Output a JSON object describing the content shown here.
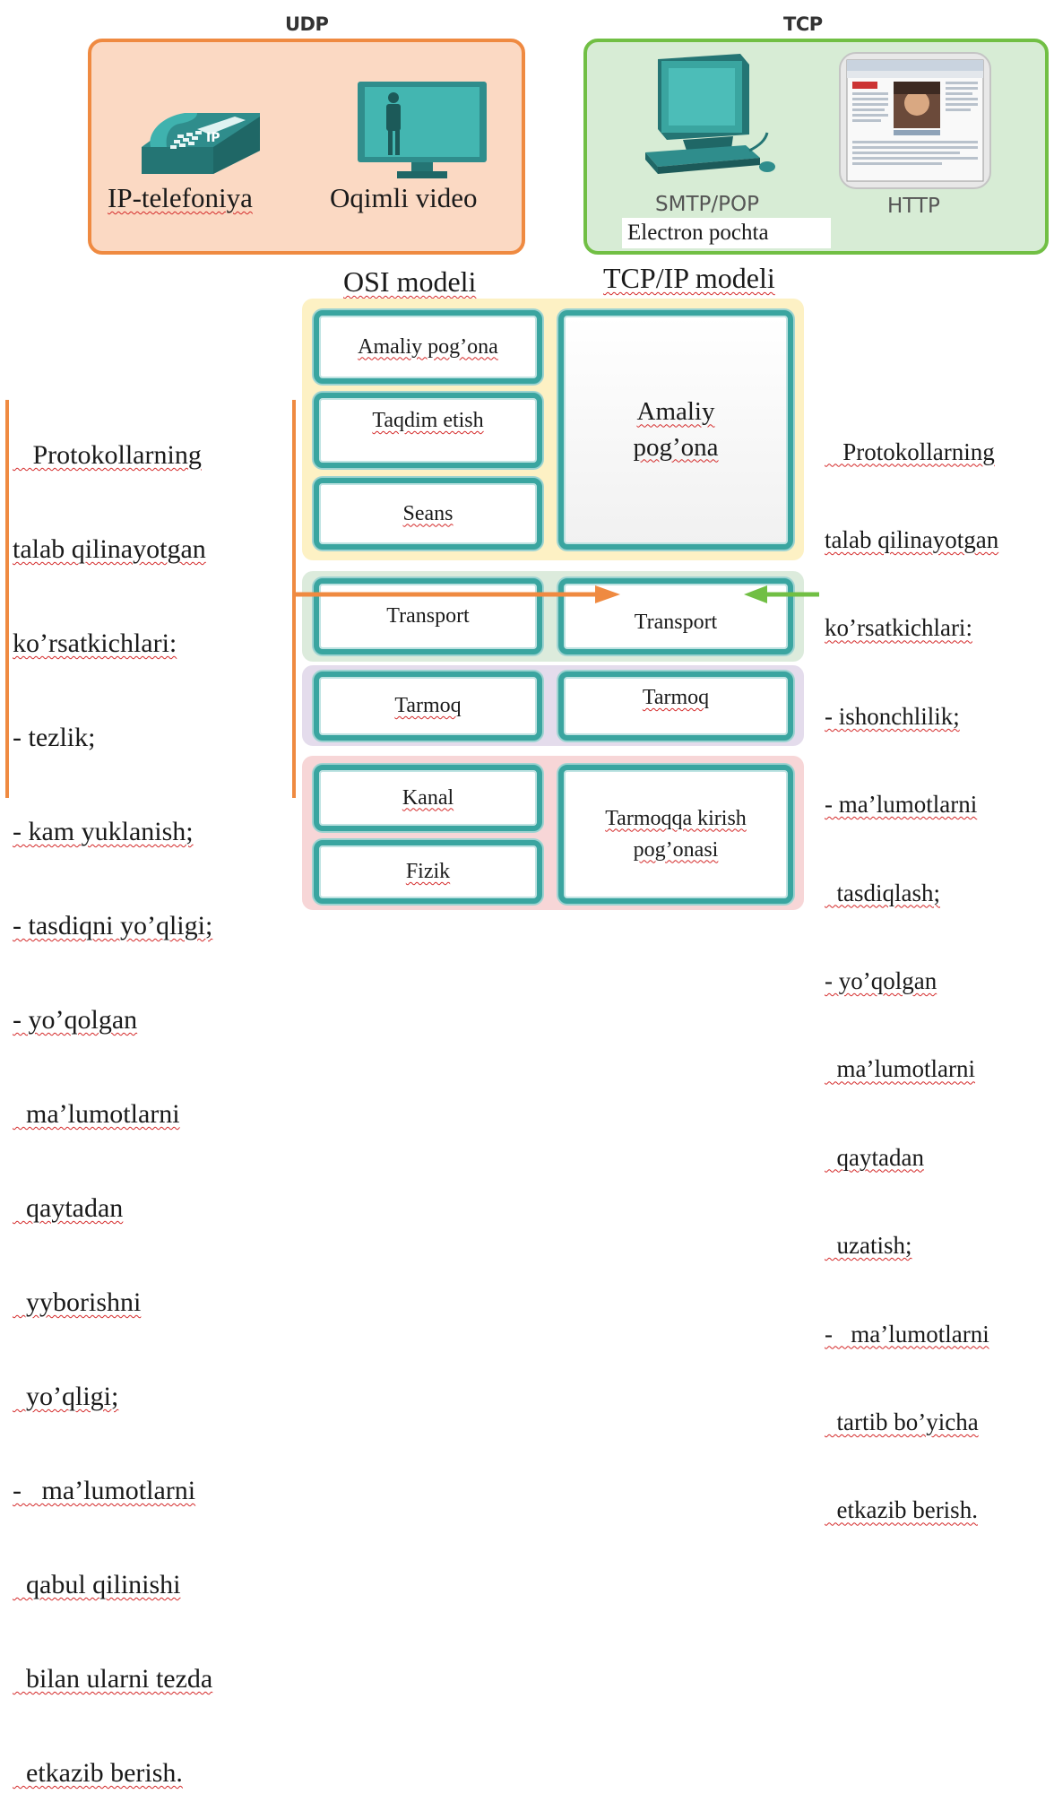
{
  "protocols": {
    "udp": {
      "heading": "UDP",
      "apps": [
        {
          "icon": "ip-phone-icon",
          "label": "IP-telefoniya"
        },
        {
          "icon": "video-monitor-icon",
          "label": "Oqimli video"
        }
      ]
    },
    "tcp": {
      "heading": "TCP",
      "apps": [
        {
          "icon": "desktop-computer-icon",
          "protocol": "SMTP/POP",
          "label": "Electron pochta"
        },
        {
          "icon": "web-browser-icon",
          "protocol": "HTTP"
        }
      ]
    }
  },
  "models": {
    "osi_title": "OSI modeli",
    "tcpip_title": "TCP/IP modeli",
    "osi_layers": [
      "Amaliy pog’ona",
      "Taqdim etish",
      "Seans",
      "Transport",
      "Tarmoq",
      "Kanal",
      "Fizik"
    ],
    "tcpip_layers": [
      "Amaliy pog’ona",
      "Transport",
      "Tarmoq",
      "Tarmoqqa kirish pog’onasi"
    ]
  },
  "udp_requirements": {
    "lines": [
      "   Protokollarning",
      "talab qilinayotgan",
      "ko’rsatkichlari:",
      "- tezlik;",
      "- kam yuklanish;",
      "- tasdiqni yo’qligi;",
      "- yo’qolgan",
      "  ma’lumotlarni",
      "  qaytadan",
      "  yyborishni",
      "  yo’qligi;",
      "-   ma’lumotlarni",
      "  qabul qilinishi",
      "  bilan ularni tezda",
      "  etkazib berish."
    ]
  },
  "tcp_requirements": {
    "lines": [
      "   Protokollarning",
      "talab qilinayotgan",
      "ko’rsatkichlari:",
      "- ishonchlilik;",
      "- ma’lumotlarni",
      "  tasdiqlash;",
      "- yo’qolgan",
      "  ma’lumotlarni",
      "  qaytadan",
      "  uzatish;",
      "-   ma’lumotlarni",
      "  tartib bo’yicha",
      "  etkazib berish."
    ]
  },
  "colors": {
    "udp_accent": "#ef8a41",
    "tcp_accent": "#71bf44",
    "layer_border": "#3aa5a0",
    "application_zone": "#fdf1c4",
    "transport_zone": "#dcebdc",
    "network_zone": "#e4dcec",
    "link_zone": "#f7d6d7"
  }
}
